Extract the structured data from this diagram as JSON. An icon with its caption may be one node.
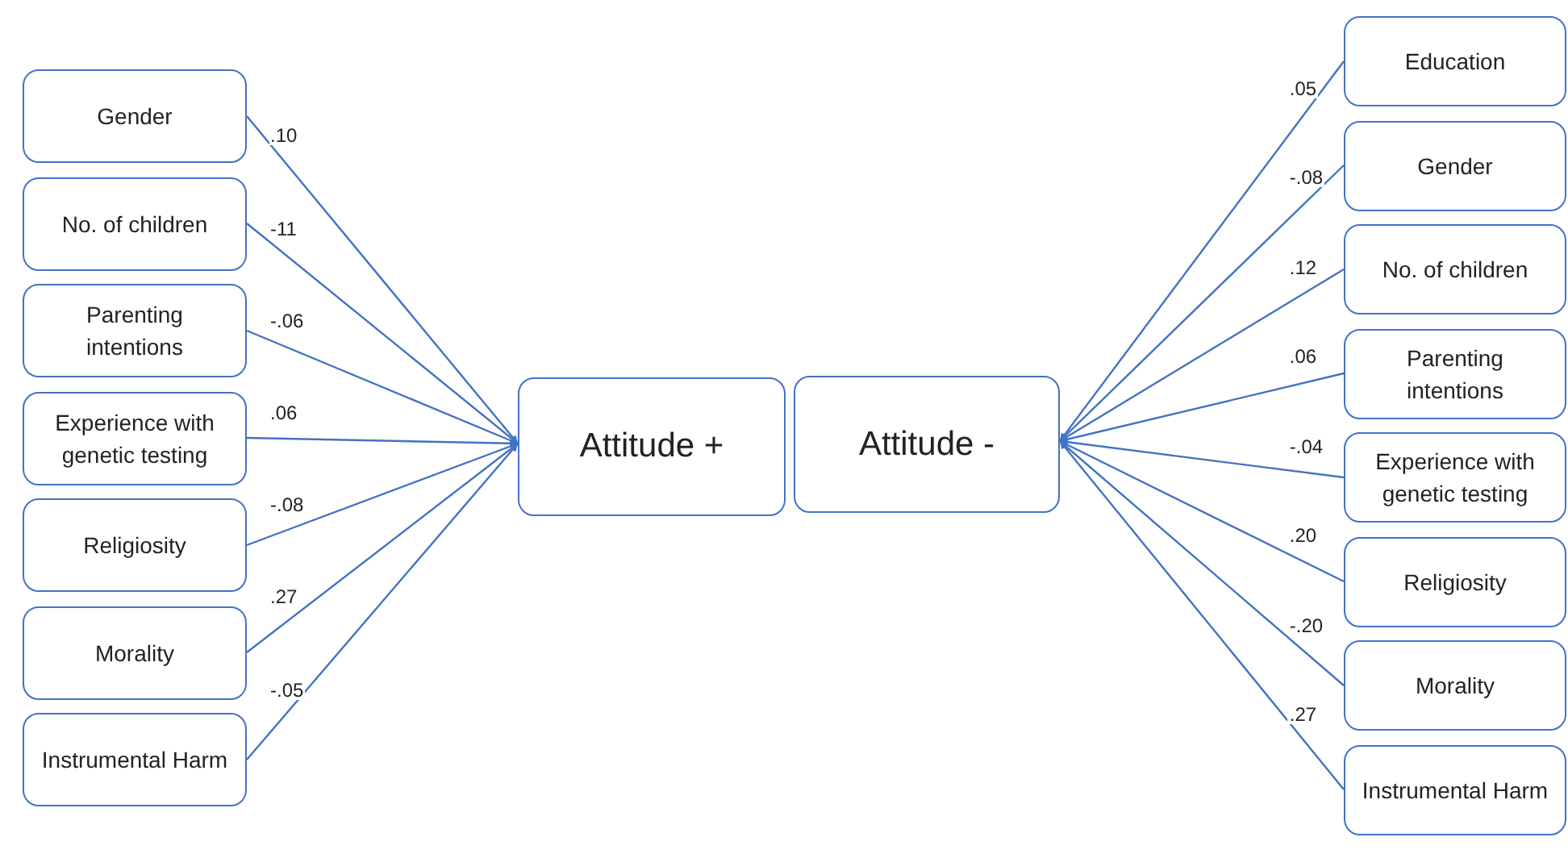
{
  "diagram": {
    "nodes": [
      {
        "text": [
          "Gender"
        ]
      },
      {
        "text": [
          "No. of children"
        ]
      },
      {
        "text": [
          "Parenting intentions"
        ]
      },
      {
        "text": [
          "Experience with genetic testing"
        ]
      },
      {
        "text": [
          "Religiosity"
        ]
      },
      {
        "text": [
          "Morality"
        ]
      },
      {
        "text": [
          "Instrumental Harm"
        ]
      },
      {
        "text": [
          "Attitude +"
        ]
      },
      {
        "text": [
          "Attitude -"
        ]
      },
      {
        "text": [
          "Education"
        ]
      },
      {
        "text": [
          "Gender"
        ]
      },
      {
        "text": [
          "No. of children"
        ]
      },
      {
        "text": [
          "Parenting intentions"
        ]
      },
      {
        "text": [
          "Experience with genetic testing"
        ]
      },
      {
        "text": [
          "Religiosity"
        ]
      },
      {
        "text": [
          "Morality"
        ]
      },
      {
        "text": [
          "Instrumental Harm"
        ]
      }
    ],
    "edges": [
      {
        "from": 0,
        "to": 7,
        "arrow": "to",
        "label": ".10"
      },
      {
        "from": 1,
        "to": 7,
        "arrow": "to",
        "label": "-11"
      },
      {
        "from": 2,
        "to": 7,
        "arrow": "to",
        "label": "-.06"
      },
      {
        "from": 3,
        "to": 7,
        "arrow": "to",
        "label": ".06"
      },
      {
        "from": 4,
        "to": 7,
        "arrow": "to",
        "label": "-.08"
      },
      {
        "from": 5,
        "to": 7,
        "arrow": "to",
        "label": ".27"
      },
      {
        "from": 6,
        "to": 7,
        "arrow": "to",
        "label": "-.05"
      },
      {
        "from": 9,
        "to": 8,
        "arrow": "to",
        "label": ".05"
      },
      {
        "from": 10,
        "to": 8,
        "arrow": "to",
        "label": "-.08"
      },
      {
        "from": 11,
        "to": 8,
        "arrow": "to",
        "label": ".12"
      },
      {
        "from": 12,
        "to": 8,
        "arrow": "to",
        "label": ".06"
      },
      {
        "from": 13,
        "to": 8,
        "arrow": "to",
        "label": "-.04"
      },
      {
        "from": 14,
        "to": 8,
        "arrow": "to",
        "label": ".20"
      },
      {
        "from": 15,
        "to": 8,
        "arrow": "to",
        "label": "-.20"
      },
      {
        "from": 16,
        "to": 8,
        "arrow": "to",
        "label": ".27"
      }
    ]
  }
}
